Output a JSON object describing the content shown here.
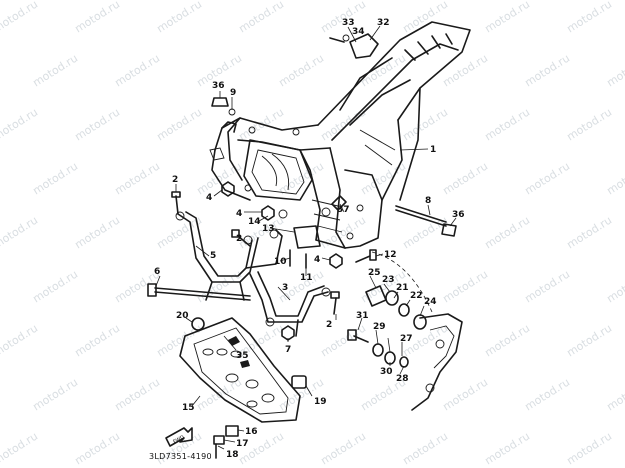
{
  "diagram_code": "3LD7351-4190",
  "watermark_text": "motod.ru",
  "fwd_label": "FWD",
  "callouts": [
    {
      "id": "c1",
      "label": "1"
    },
    {
      "id": "c2a",
      "label": "2"
    },
    {
      "id": "c2b",
      "label": "2"
    },
    {
      "id": "c2c",
      "label": "2"
    },
    {
      "id": "c3",
      "label": "3"
    },
    {
      "id": "c4a",
      "label": "4"
    },
    {
      "id": "c4b",
      "label": "4"
    },
    {
      "id": "c4c",
      "label": "4"
    },
    {
      "id": "c5",
      "label": "5"
    },
    {
      "id": "c6",
      "label": "6"
    },
    {
      "id": "c7",
      "label": "7"
    },
    {
      "id": "c8",
      "label": "8"
    },
    {
      "id": "c9",
      "label": "9"
    },
    {
      "id": "c10",
      "label": "10"
    },
    {
      "id": "c11",
      "label": "11"
    },
    {
      "id": "c12",
      "label": "12"
    },
    {
      "id": "c13",
      "label": "13"
    },
    {
      "id": "c14",
      "label": "14"
    },
    {
      "id": "c15",
      "label": "15"
    },
    {
      "id": "c16",
      "label": "16"
    },
    {
      "id": "c17",
      "label": "17"
    },
    {
      "id": "c18",
      "label": "18"
    },
    {
      "id": "c19",
      "label": "19"
    },
    {
      "id": "c20",
      "label": "20"
    },
    {
      "id": "c21",
      "label": "21"
    },
    {
      "id": "c22",
      "label": "22"
    },
    {
      "id": "c23",
      "label": "23"
    },
    {
      "id": "c24",
      "label": "24"
    },
    {
      "id": "c25",
      "label": "25"
    },
    {
      "id": "c27",
      "label": "27"
    },
    {
      "id": "c28",
      "label": "28"
    },
    {
      "id": "c29",
      "label": "29"
    },
    {
      "id": "c30",
      "label": "30"
    },
    {
      "id": "c31",
      "label": "31"
    },
    {
      "id": "c32",
      "label": "32"
    },
    {
      "id": "c33",
      "label": "33"
    },
    {
      "id": "c34",
      "label": "34"
    },
    {
      "id": "c35",
      "label": "35"
    },
    {
      "id": "c36a",
      "label": "36"
    },
    {
      "id": "c36b",
      "label": "36"
    },
    {
      "id": "c37",
      "label": "37"
    }
  ]
}
